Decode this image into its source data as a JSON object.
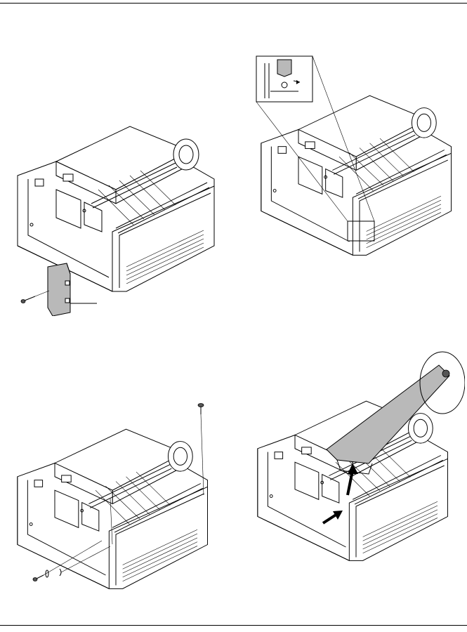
{
  "page": {
    "figures": [
      {
        "id": "step-1",
        "description_name": "side-cover-removal"
      },
      {
        "id": "step-2",
        "description_name": "hook-release-detail"
      },
      {
        "id": "step-3",
        "description_name": "screw-and-spring-removal"
      },
      {
        "id": "step-4",
        "description_name": "fuser-unit-lift-out"
      }
    ]
  },
  "colors": {
    "line": "#000000",
    "shade": "#b9b9b9",
    "background": "#ffffff"
  }
}
